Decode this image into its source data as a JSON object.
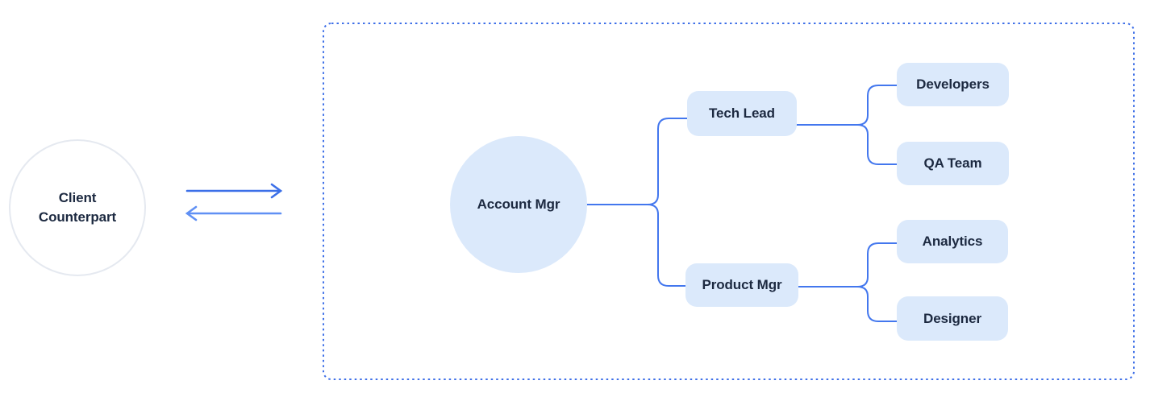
{
  "client": {
    "label": "Client Counterpart"
  },
  "relationship": {
    "icons": [
      "arrow-right-icon",
      "arrow-left-icon"
    ]
  },
  "team_boundary": {
    "style": "dashed"
  },
  "org": {
    "root": {
      "label": "Account Mgr"
    },
    "branches": [
      {
        "label": "Tech Lead",
        "children": [
          {
            "label": "Developers"
          },
          {
            "label": "QA Team"
          }
        ]
      },
      {
        "label": "Product Mgr",
        "children": [
          {
            "label": "Analytics"
          },
          {
            "label": "Designer"
          }
        ]
      }
    ]
  },
  "colors": {
    "node_fill": "#dbe9fb",
    "connector": "#4377ee",
    "boundary": "#3f70e8",
    "arrow_to_team": "#3b6fe8",
    "arrow_to_client": "#6090f4",
    "text": "#1c2940",
    "client_circle_border": "#e5e9f0",
    "background": "#ffffff"
  }
}
